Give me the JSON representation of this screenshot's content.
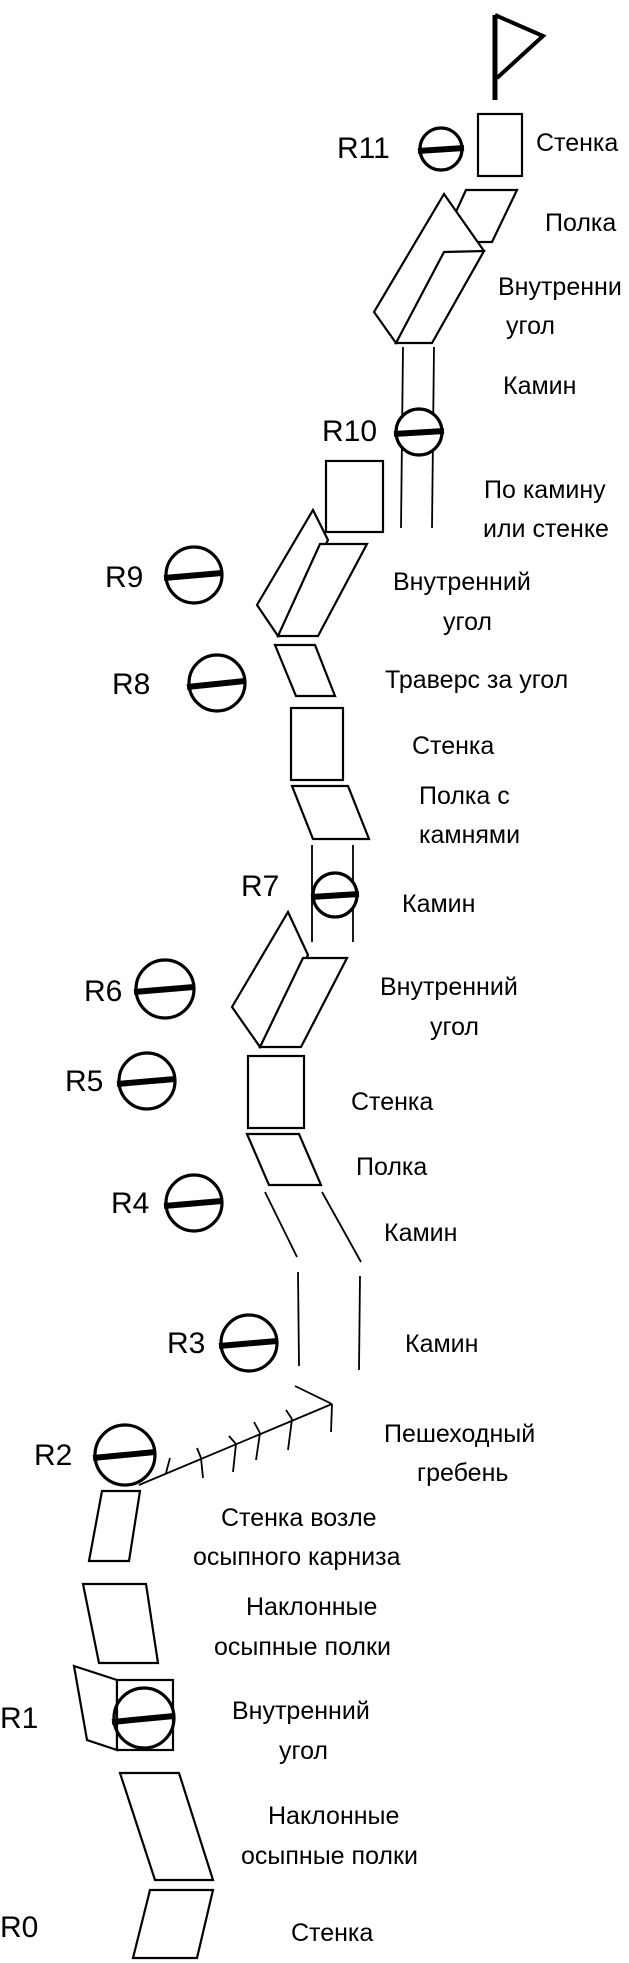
{
  "route": {
    "sections": [
      {
        "id": "s_wall_top",
        "lines": [
          "Стенка"
        ]
      },
      {
        "id": "s_ledge_top",
        "lines": [
          "Полка"
        ]
      },
      {
        "id": "s_corner_top",
        "lines": [
          "Внутренни",
          "угол"
        ]
      },
      {
        "id": "s_chimney_top",
        "lines": [
          "Камин"
        ]
      },
      {
        "id": "s_chimney_or_wall",
        "lines": [
          "По камину",
          "или стенке"
        ]
      },
      {
        "id": "s_corner_2",
        "lines": [
          "Внутренний",
          "угол"
        ]
      },
      {
        "id": "s_traverse",
        "lines": [
          "Траверс за угол"
        ]
      },
      {
        "id": "s_wall_2",
        "lines": [
          "Стенка"
        ]
      },
      {
        "id": "s_ledge_stones",
        "lines": [
          "Полка с",
          "камнями"
        ]
      },
      {
        "id": "s_chimney_2",
        "lines": [
          "Камин"
        ]
      },
      {
        "id": "s_corner_3",
        "lines": [
          "Внутренний",
          "угол"
        ]
      },
      {
        "id": "s_wall_3",
        "lines": [
          "Стенка"
        ]
      },
      {
        "id": "s_ledge_2",
        "lines": [
          "Полка"
        ]
      },
      {
        "id": "s_chimney_3",
        "lines": [
          "Камин"
        ]
      },
      {
        "id": "s_chimney_4",
        "lines": [
          "Камин"
        ]
      },
      {
        "id": "s_ridge",
        "lines": [
          "Пешеходный",
          "гребень"
        ]
      },
      {
        "id": "s_wall_cornice",
        "lines": [
          "Стенка возле",
          "осыпного карниза"
        ]
      },
      {
        "id": "s_scree_ledges_1",
        "lines": [
          "Наклонные",
          "осыпные полки"
        ]
      },
      {
        "id": "s_corner_bottom",
        "lines": [
          "Внутренний",
          "угол"
        ]
      },
      {
        "id": "s_scree_ledges_2",
        "lines": [
          "Наклонные",
          "осыпные полки"
        ]
      },
      {
        "id": "s_wall_bottom",
        "lines": [
          "Стенка"
        ]
      }
    ],
    "anchors": [
      {
        "id": "R11",
        "label": "R11"
      },
      {
        "id": "R10",
        "label": "R10"
      },
      {
        "id": "R9",
        "label": "R9"
      },
      {
        "id": "R8",
        "label": "R8"
      },
      {
        "id": "R7",
        "label": "R7"
      },
      {
        "id": "R6",
        "label": "R6"
      },
      {
        "id": "R5",
        "label": "R5"
      },
      {
        "id": "R4",
        "label": "R4"
      },
      {
        "id": "R3",
        "label": "R3"
      },
      {
        "id": "R2",
        "label": "R2"
      },
      {
        "id": "R1",
        "label": "R1"
      },
      {
        "id": "R0",
        "label": "R0"
      }
    ]
  }
}
